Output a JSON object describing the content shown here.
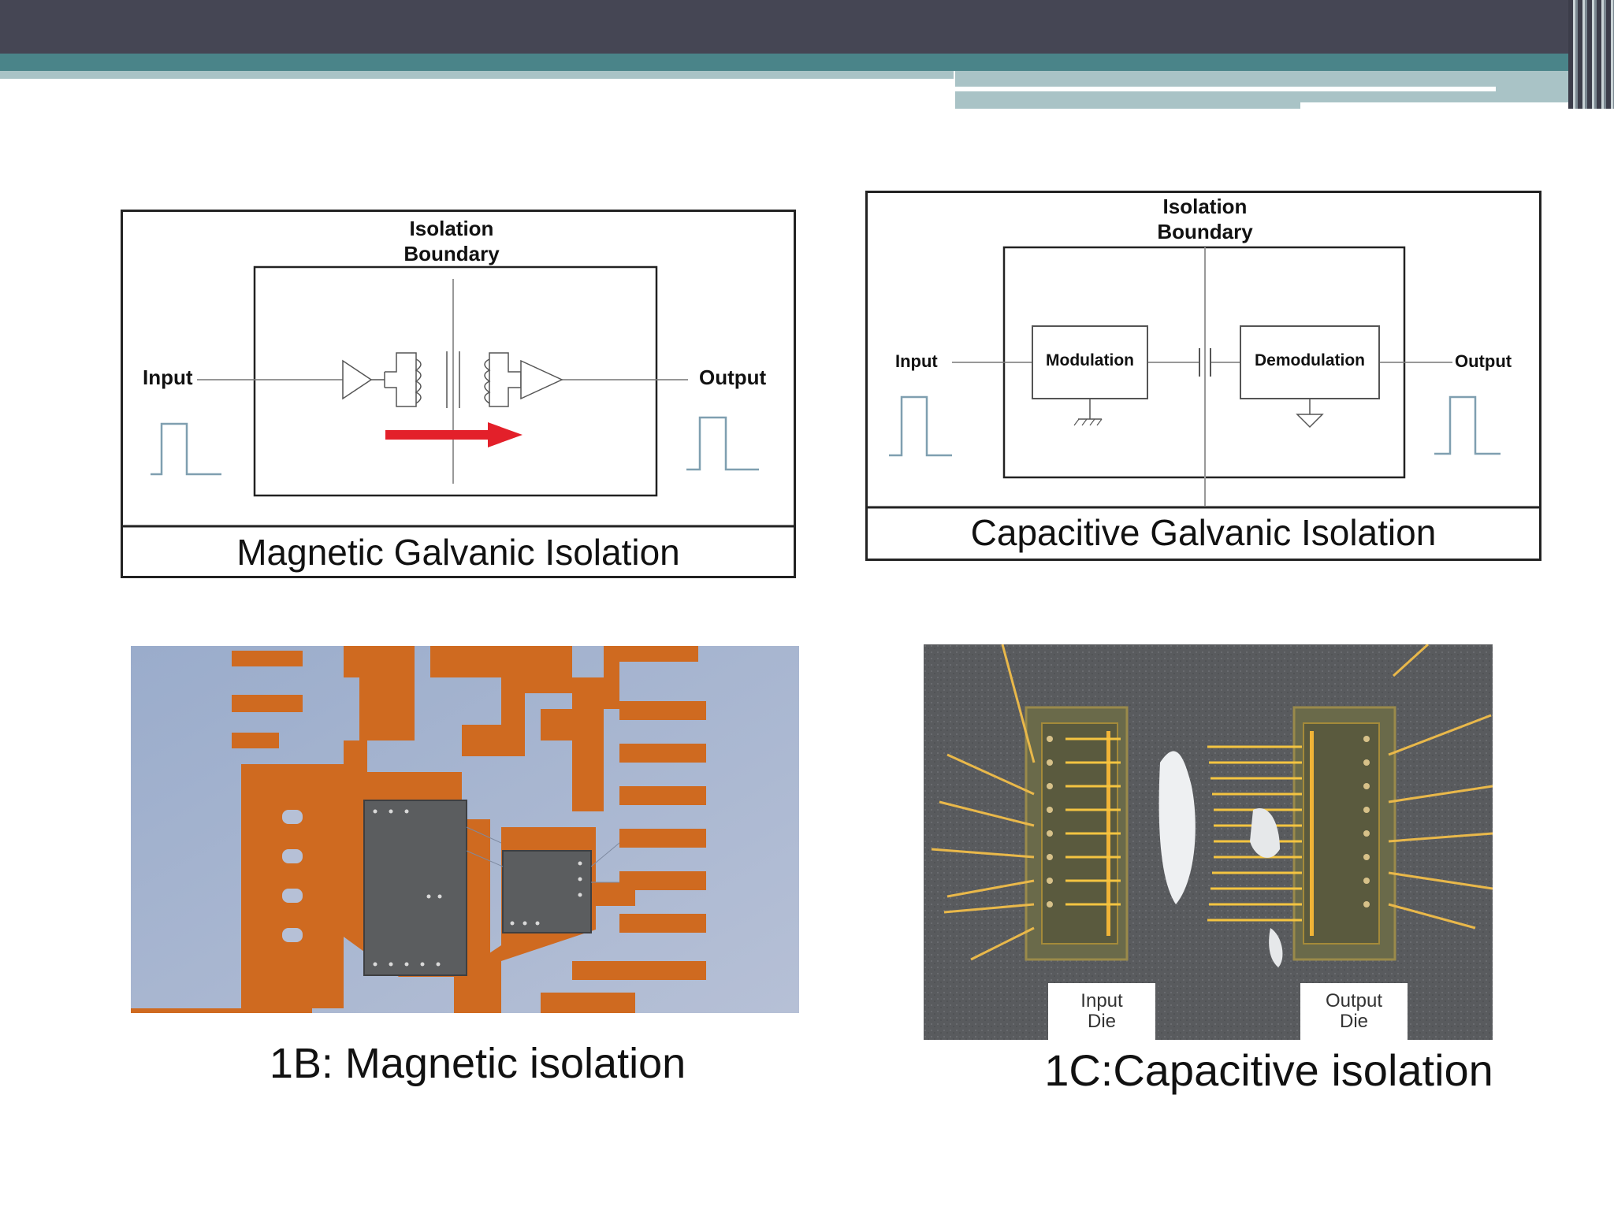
{
  "colors": {
    "header_dark": "#454654",
    "header_teal": "#4a8489",
    "header_light": "#a9c3c6",
    "arrow_red": "#e3202a",
    "copper": "#cf6a20",
    "board_bg": "#8ea3c3",
    "die_bg": "#5b5d5f"
  },
  "magnetic_diagram": {
    "boundary_label_line1": "Isolation",
    "boundary_label_line2": "Boundary",
    "input_label": "Input",
    "output_label": "Output",
    "caption": "Magnetic Galvanic Isolation"
  },
  "capacitive_diagram": {
    "boundary_label_line1": "Isolation",
    "boundary_label_line2": "Boundary",
    "input_label": "Input",
    "output_label": "Output",
    "modulation_label": "Modulation",
    "demodulation_label": "Demodulation",
    "caption": "Capacitive Galvanic Isolation"
  },
  "photo_magnetic": {
    "caption": "1B: Magnetic isolation"
  },
  "photo_capacitive": {
    "input_die_line1": "Input",
    "input_die_line2": "Die",
    "output_die_line1": "Output",
    "output_die_line2": "Die",
    "caption": "1C:Capacitive isolation"
  }
}
